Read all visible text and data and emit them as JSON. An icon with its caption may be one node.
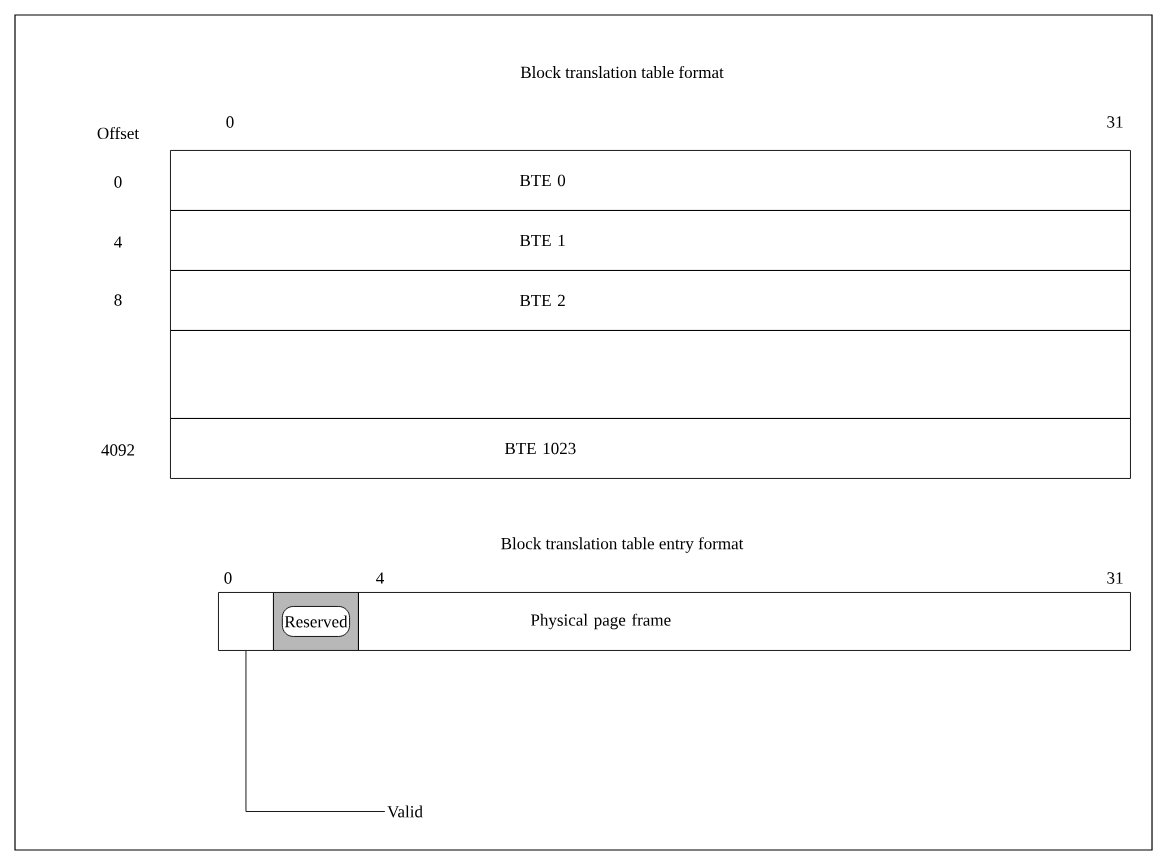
{
  "diagram": {
    "title": "Block translation table format",
    "nodes": [
      {
        "text": [
          "BTE 0"
        ]
      },
      {
        "text": [
          "BTE 1"
        ]
      },
      {
        "text": [
          "BTE 2"
        ]
      },
      {
        "text": [],
        "shape": "box"
      },
      {
        "text": [
          "BTE 1023"
        ]
      },
      {
        "text": [],
        "shape": "box"
      },
      {
        "text": [],
        "shape": "box"
      },
      {
        "text": [
          "Reserved"
        ],
        "in": 6
      },
      {
        "text": [
          "Physical page frame"
        ]
      },
      {
        "text": [
          "Valid"
        ]
      }
    ],
    "edges": [
      {
        "from": 9,
        "to": 5,
        "arrow": "none"
      }
    ],
    "labels": [
      "0",
      "31",
      "Offset",
      "0",
      "4",
      "8",
      "4092",
      "Block translation table entry format",
      "0",
      "4",
      "31"
    ]
  }
}
